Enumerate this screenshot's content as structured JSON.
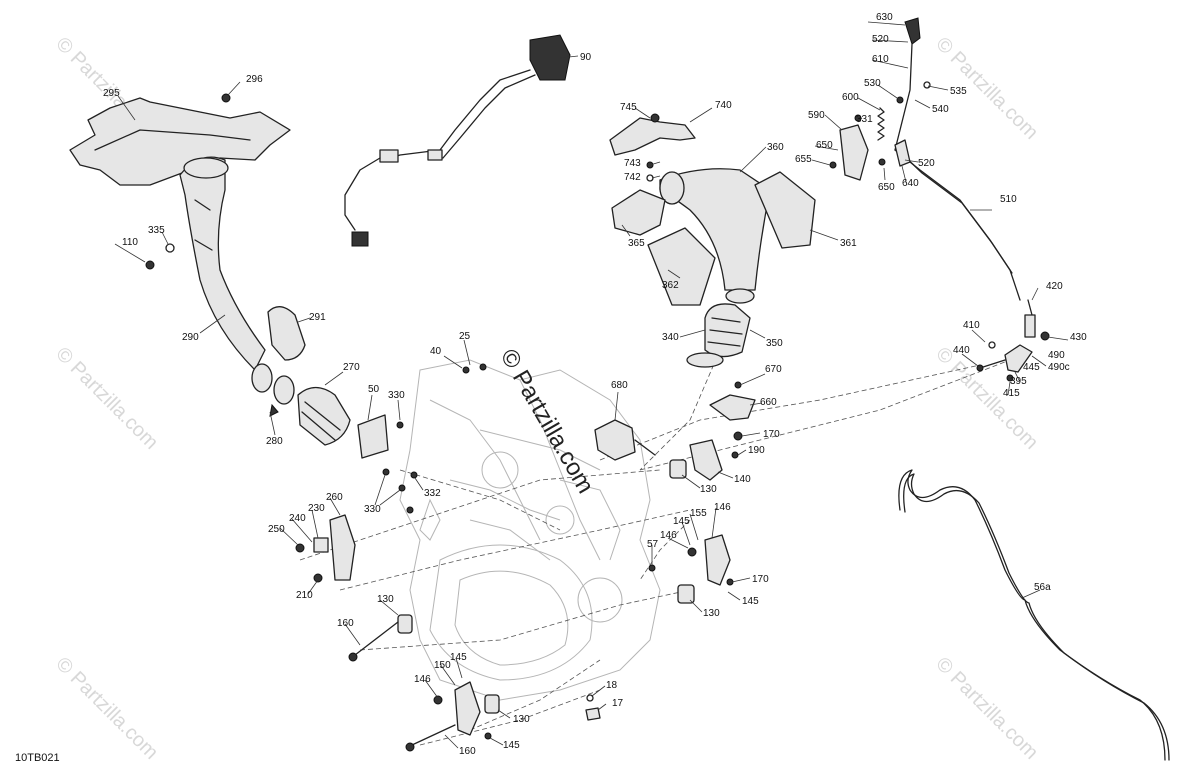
{
  "watermark": {
    "text": "© Partzilla.com",
    "center_text": "© Partzilla.com"
  },
  "diagram_code": "10TB021",
  "callouts": [
    "295",
    "296",
    "90",
    "745",
    "740",
    "743",
    "742",
    "360",
    "365",
    "362",
    "361",
    "630",
    "520",
    "610",
    "530",
    "535",
    "540",
    "600",
    "590",
    "331",
    "650",
    "655",
    "640",
    "520",
    "650",
    "510",
    "110",
    "335",
    "290",
    "291",
    "340",
    "350",
    "25",
    "40",
    "270",
    "50",
    "330",
    "280",
    "332",
    "330",
    "680",
    "670",
    "660",
    "170",
    "190",
    "140",
    "130",
    "420",
    "410",
    "440",
    "430",
    "490",
    "490c",
    "445",
    "395",
    "415",
    "260",
    "230",
    "240",
    "250",
    "210",
    "155",
    "146",
    "145",
    "146",
    "57",
    "170",
    "145",
    "130",
    "130",
    "160",
    "150",
    "145",
    "146",
    "18",
    "17",
    "130",
    "160",
    "145",
    "56a"
  ]
}
